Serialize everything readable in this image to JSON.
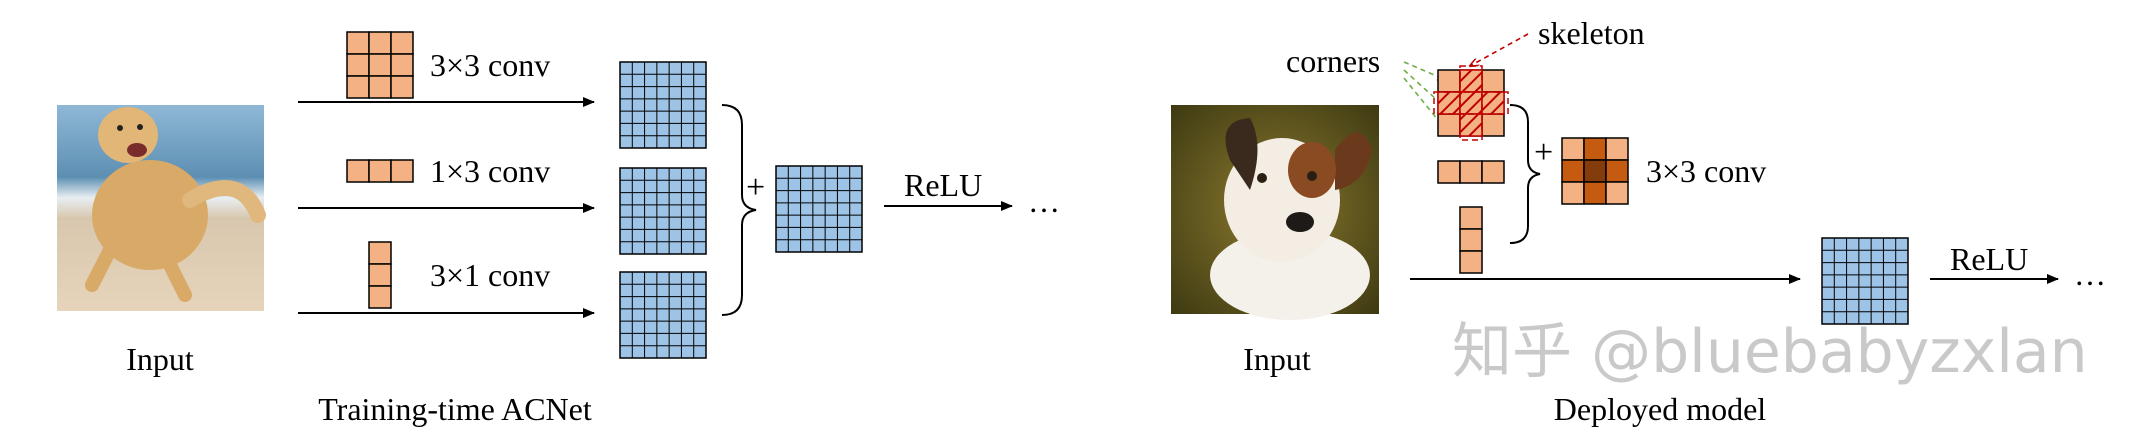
{
  "colors": {
    "kernel": "#F4B183",
    "kernel_dark": "#C55A11",
    "kernel_darker": "#843C0C",
    "feature": "#9DC3E6",
    "skeleton": "#C00000",
    "corners": "#70AD47",
    "watermark": "#C9C9C9"
  },
  "training": {
    "input_label": "Input",
    "conv_3x3_label": "3×3 conv",
    "conv_1x3_label": "1×3 conv",
    "conv_3x1_label": "3×1 conv",
    "plus": "+",
    "relu_label": "ReLU",
    "ellipsis": "…",
    "caption": "Training-time ACNet"
  },
  "deployed": {
    "input_label": "Input",
    "skeleton_label": "skeleton",
    "corners_label": "corners",
    "plus": "+",
    "conv_label": "3×3 conv",
    "relu_label": "ReLU",
    "ellipsis": "…",
    "caption": "Deployed model"
  },
  "watermark": "知乎 @bluebabyzxlan"
}
